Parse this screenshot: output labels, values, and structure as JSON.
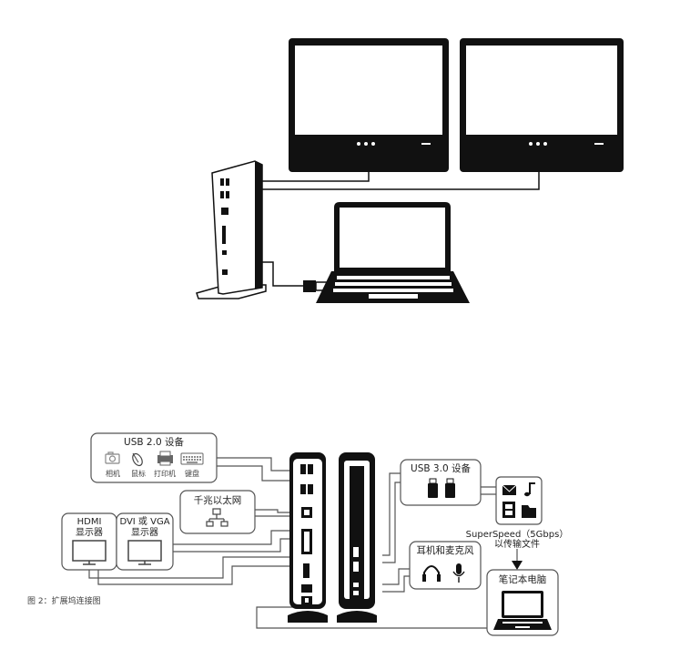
{
  "usb2": {
    "title": "USB 2.0 设备",
    "devices": [
      "相机",
      "鼠标",
      "打印机",
      "键盘"
    ]
  },
  "ethernet": {
    "title": "千兆以太网"
  },
  "hdmi": {
    "line1": "HDMI",
    "line2": "显示器"
  },
  "dvi": {
    "line1": "DVI 或 VGA",
    "line2": "显示器"
  },
  "usb3": {
    "title": "USB 3.0 设备",
    "speed_line1": "SuperSpeed（5Gbps）",
    "speed_line2": "以传输文件"
  },
  "audio": {
    "title": "耳机和麦克风"
  },
  "laptop": {
    "label": "笔记本电脑"
  },
  "caption": "图 2：扩展坞连接图",
  "icons": [
    "camera-icon",
    "mouse-icon",
    "printer-icon",
    "keyboard-icon",
    "network-icon",
    "monitor-icon",
    "usb-stick-icon",
    "mail-icon",
    "music-icon",
    "film-icon",
    "folder-icon",
    "headphones-icon",
    "microphone-icon",
    "laptop-icon",
    "docking-station-icon"
  ],
  "colors": {
    "ink": "#000000",
    "box_stroke": "#555555",
    "gray": "#9a9a9a"
  }
}
